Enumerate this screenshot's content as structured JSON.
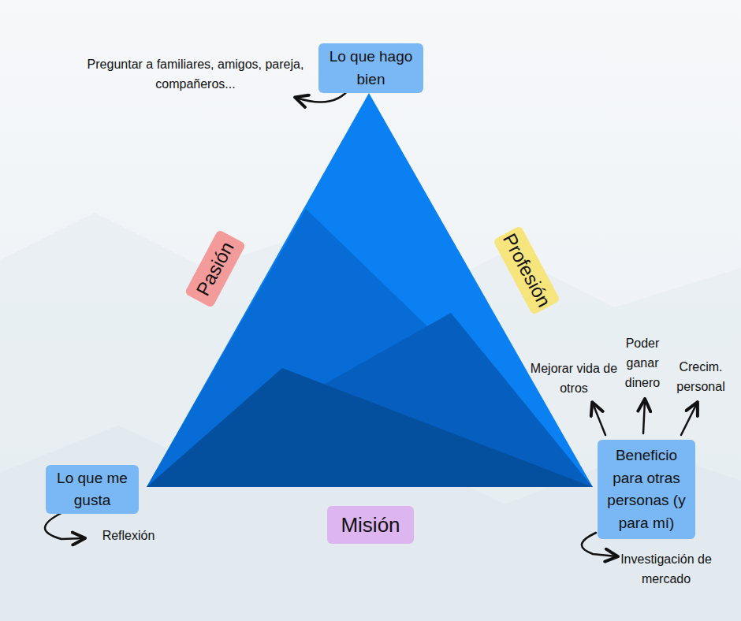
{
  "diagram": {
    "nodes": [
      {
        "text": [
          "Lo que hago bien"
        ]
      },
      {
        "text": [
          "Pasión"
        ]
      },
      {
        "text": [
          "Profesión"
        ]
      },
      {
        "text": [
          "Lo que me gusta"
        ]
      },
      {
        "text": [
          "Misión"
        ]
      },
      {
        "text": [
          "Beneficio para otras personas (y para mí)"
        ]
      }
    ],
    "labels": [
      "Preguntar a familiares, amigos, pareja, compañeros...",
      "Reflexión",
      "Investigación de mercado",
      "Mejorar vida de otros",
      "Poder ganar dinero",
      "Crecim. personal"
    ]
  }
}
